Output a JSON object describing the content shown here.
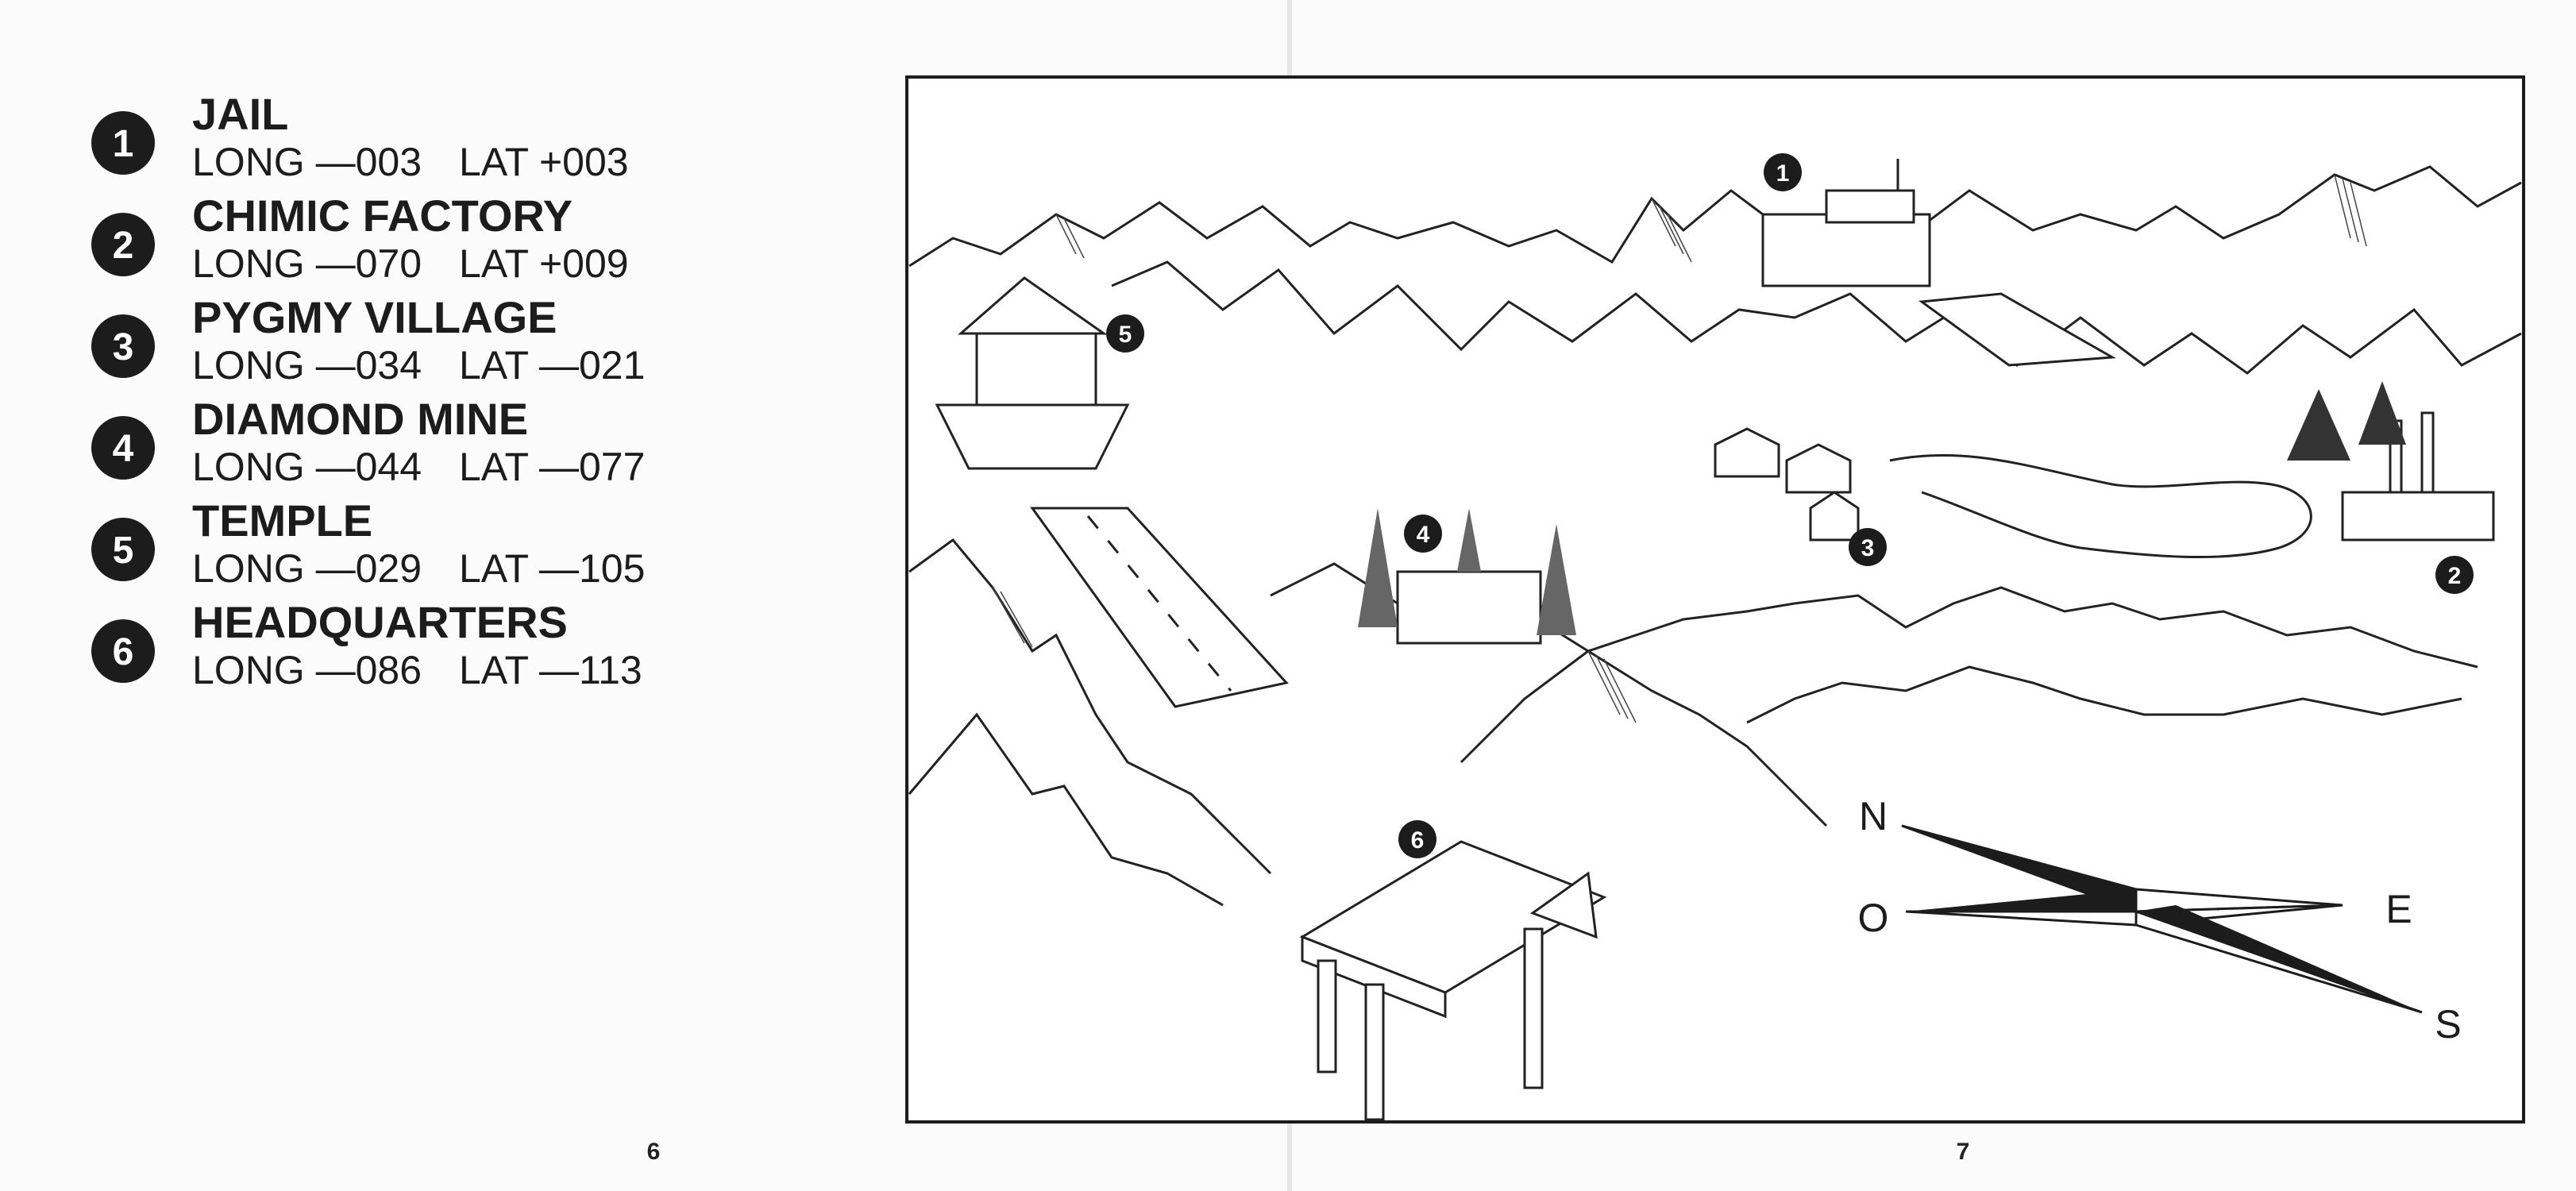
{
  "legend": [
    {
      "number": "1",
      "name": "JAIL",
      "long": "LONG —003",
      "lat": "LAT +003"
    },
    {
      "number": "2",
      "name": "CHIMIC FACTORY",
      "long": "LONG —070",
      "lat": "LAT +009"
    },
    {
      "number": "3",
      "name": "PYGMY VILLAGE",
      "long": "LONG —034",
      "lat": "LAT —021"
    },
    {
      "number": "4",
      "name": "DIAMOND MINE",
      "long": "LONG —044",
      "lat": "LAT —077"
    },
    {
      "number": "5",
      "name": "TEMPLE",
      "long": "LONG —029",
      "lat": "LAT —105"
    },
    {
      "number": "6",
      "name": "HEADQUARTERS",
      "long": "LONG —086",
      "lat": "LAT —113"
    }
  ],
  "map": {
    "markers": [
      "1",
      "2",
      "3",
      "4",
      "5",
      "6"
    ],
    "compass": {
      "north": "N",
      "west": "O",
      "east": "E",
      "south": "S"
    }
  },
  "pages": {
    "left": "6",
    "right": "7"
  }
}
